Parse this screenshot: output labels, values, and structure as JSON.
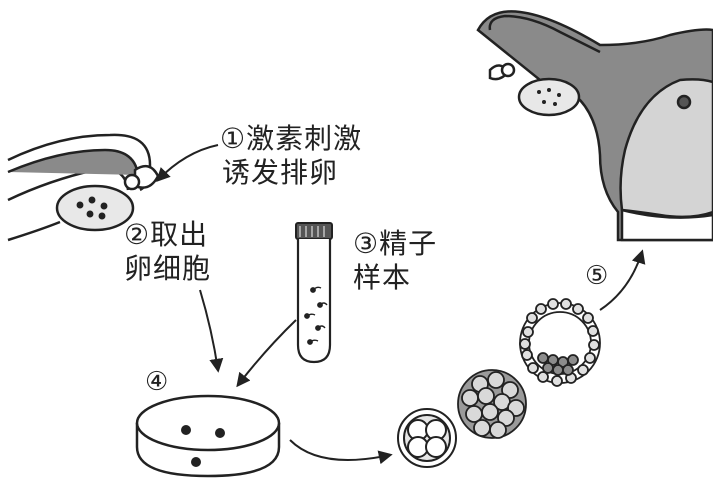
{
  "step1": {
    "number": "①",
    "line1": "激素刺激",
    "line2": "诱发排卵"
  },
  "step2": {
    "number": "②",
    "line1": "取出",
    "line2": "卵细胞"
  },
  "step3": {
    "number": "③",
    "line1": "精子",
    "line2": "样本"
  },
  "step4": {
    "number": "④"
  },
  "step5": {
    "number": "⑤"
  },
  "colors": {
    "ink": "#222222",
    "shade": "#7a7a7a",
    "light": "#c8c8c8",
    "paper": "#ffffff"
  }
}
